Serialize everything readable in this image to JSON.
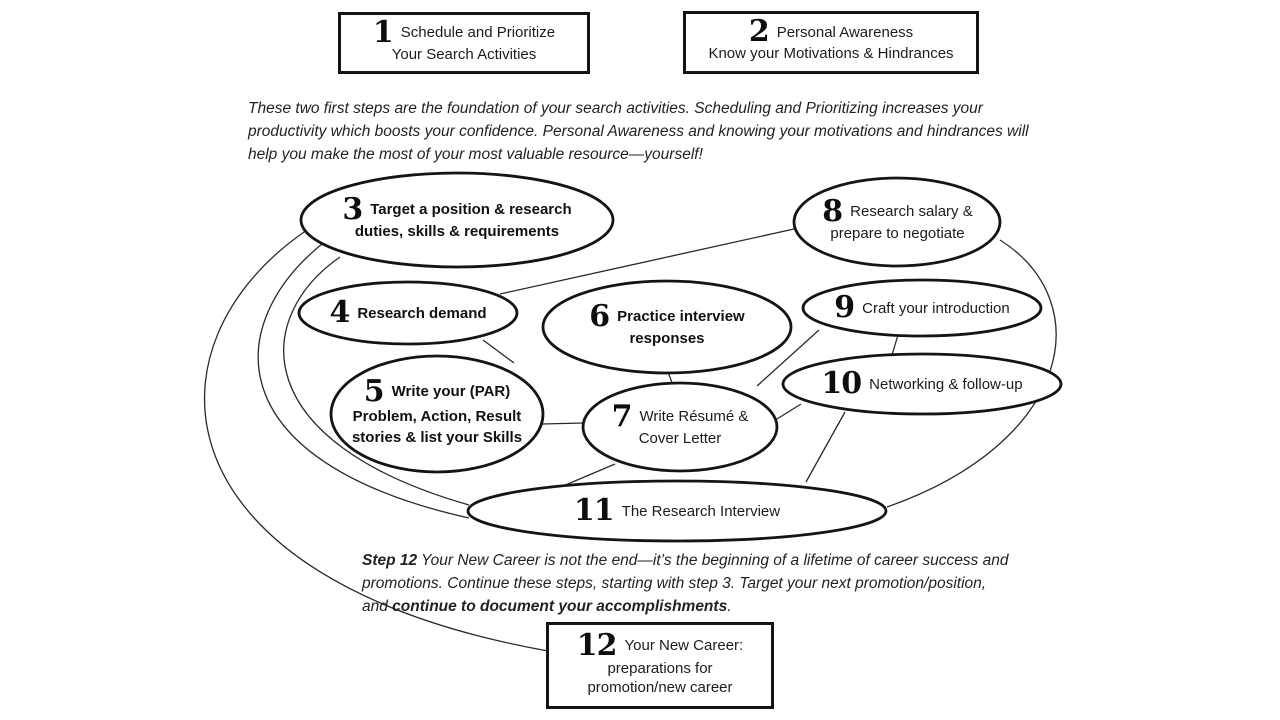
{
  "boxes": {
    "step1": {
      "num": "1",
      "line1": "Schedule and Prioritize",
      "line2": "Your Search Activities"
    },
    "step2": {
      "num": "2",
      "line1": "Personal Awareness",
      "line2": "Know your Motivations & Hindrances"
    },
    "step12": {
      "num": "12",
      "line1": "Your New Career:",
      "line2": "preparations for",
      "line3": "promotion/new career"
    }
  },
  "intro": {
    "line1": "These two first steps are the foundation of your search activities. Scheduling and Prioritizing increases your",
    "line2": "productivity which boosts your confidence. Personal Awareness and knowing your motivations and hindrances will",
    "line3": "help you make the most of your most valuable resource—yourself!"
  },
  "nodes": {
    "n3": {
      "num": "3",
      "line1": "Target a position & research",
      "line2": "duties, skills & requirements"
    },
    "n4": {
      "num": "4",
      "line1": "Research demand"
    },
    "n5": {
      "num": "5",
      "line1": "Write your (PAR)",
      "line2": "Problem, Action, Result",
      "line3": "stories & list your Skills"
    },
    "n6": {
      "num": "6",
      "line1": "Practice interview",
      "line2": "responses"
    },
    "n7": {
      "num": "7",
      "line1": "Write Résumé &",
      "line2": "Cover Letter"
    },
    "n8": {
      "num": "8",
      "line1": "Research salary &",
      "line2": "prepare to negotiate"
    },
    "n9": {
      "num": "9",
      "line1": "Craft your introduction"
    },
    "n10": {
      "num": "10",
      "line1": "Networking & follow-up"
    },
    "n11": {
      "num": "11",
      "line1": "The Research Interview"
    }
  },
  "step12_note": {
    "lead": "Step 12",
    "line1_rest": " Your New Career is not the end—it’s the beginning of a lifetime of career success and",
    "line2": "promotions. Continue these steps, starting with step 3. Target your next promotion/position,",
    "line3_pre": "and ",
    "line3_bold": "continue to document your accomplishments",
    "line3_post": "."
  },
  "colors": {
    "ink": "#141414",
    "background": "#ffffff"
  }
}
